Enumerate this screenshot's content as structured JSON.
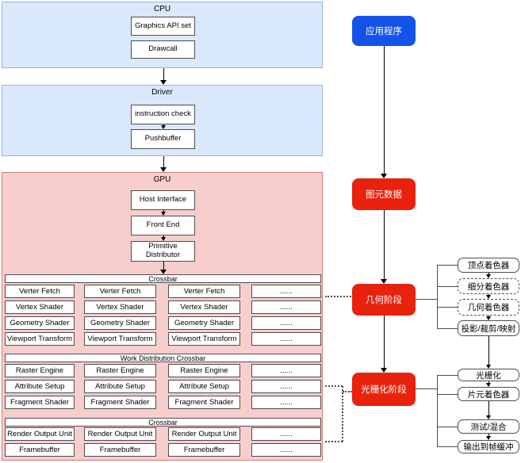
{
  "colors": {
    "section_blue_bg": "#dae8fc",
    "section_blue_border": "#9cb3d9",
    "section_pink_bg": "#f8cecc",
    "section_pink_border": "#c97c78",
    "node_blue": "#1353e9",
    "node_red": "#e8220d",
    "box_border": "#4d4d4d"
  },
  "cpu": {
    "title": "CPU",
    "boxes": [
      "Graphics API set",
      "Drawcall"
    ]
  },
  "driver": {
    "title": "Driver",
    "boxes": [
      "instruction check",
      "Pushbuffer"
    ]
  },
  "gpu": {
    "title": "GPU",
    "pipeline": [
      "Host Interface",
      "Front End",
      "Primitive Distributor"
    ],
    "sections": [
      {
        "header": "Crossbar",
        "rows": [
          "Verter Fetch",
          "Vertex Shader",
          "Geometry Shader",
          "Viewport Transform"
        ],
        "dots": "......"
      },
      {
        "header": "Work Distribution Crossbar",
        "rows": [
          "Raster Engine",
          "Attribute Setup",
          "Fragment Shader"
        ],
        "dots": "......"
      },
      {
        "header": "Crossbar",
        "rows": [
          "Render Output Unit",
          "Framebuffer"
        ],
        "dots": "......"
      }
    ]
  },
  "flow": {
    "nodes": [
      {
        "label": "应用程序"
      },
      {
        "label": "图元数据"
      },
      {
        "label": "几何阶段"
      },
      {
        "label": "光栅化阶段"
      }
    ],
    "geometry_steps": [
      {
        "label": "顶点着色器"
      },
      {
        "label": "细分着色器"
      },
      {
        "label": "几何着色器"
      },
      {
        "label": "投影/裁剪/映射"
      }
    ],
    "raster_steps": [
      {
        "label": "光栅化"
      },
      {
        "label": "片元着色器"
      },
      {
        "label": "测试/混合"
      },
      {
        "label": "输出到帧缓冲"
      }
    ]
  }
}
